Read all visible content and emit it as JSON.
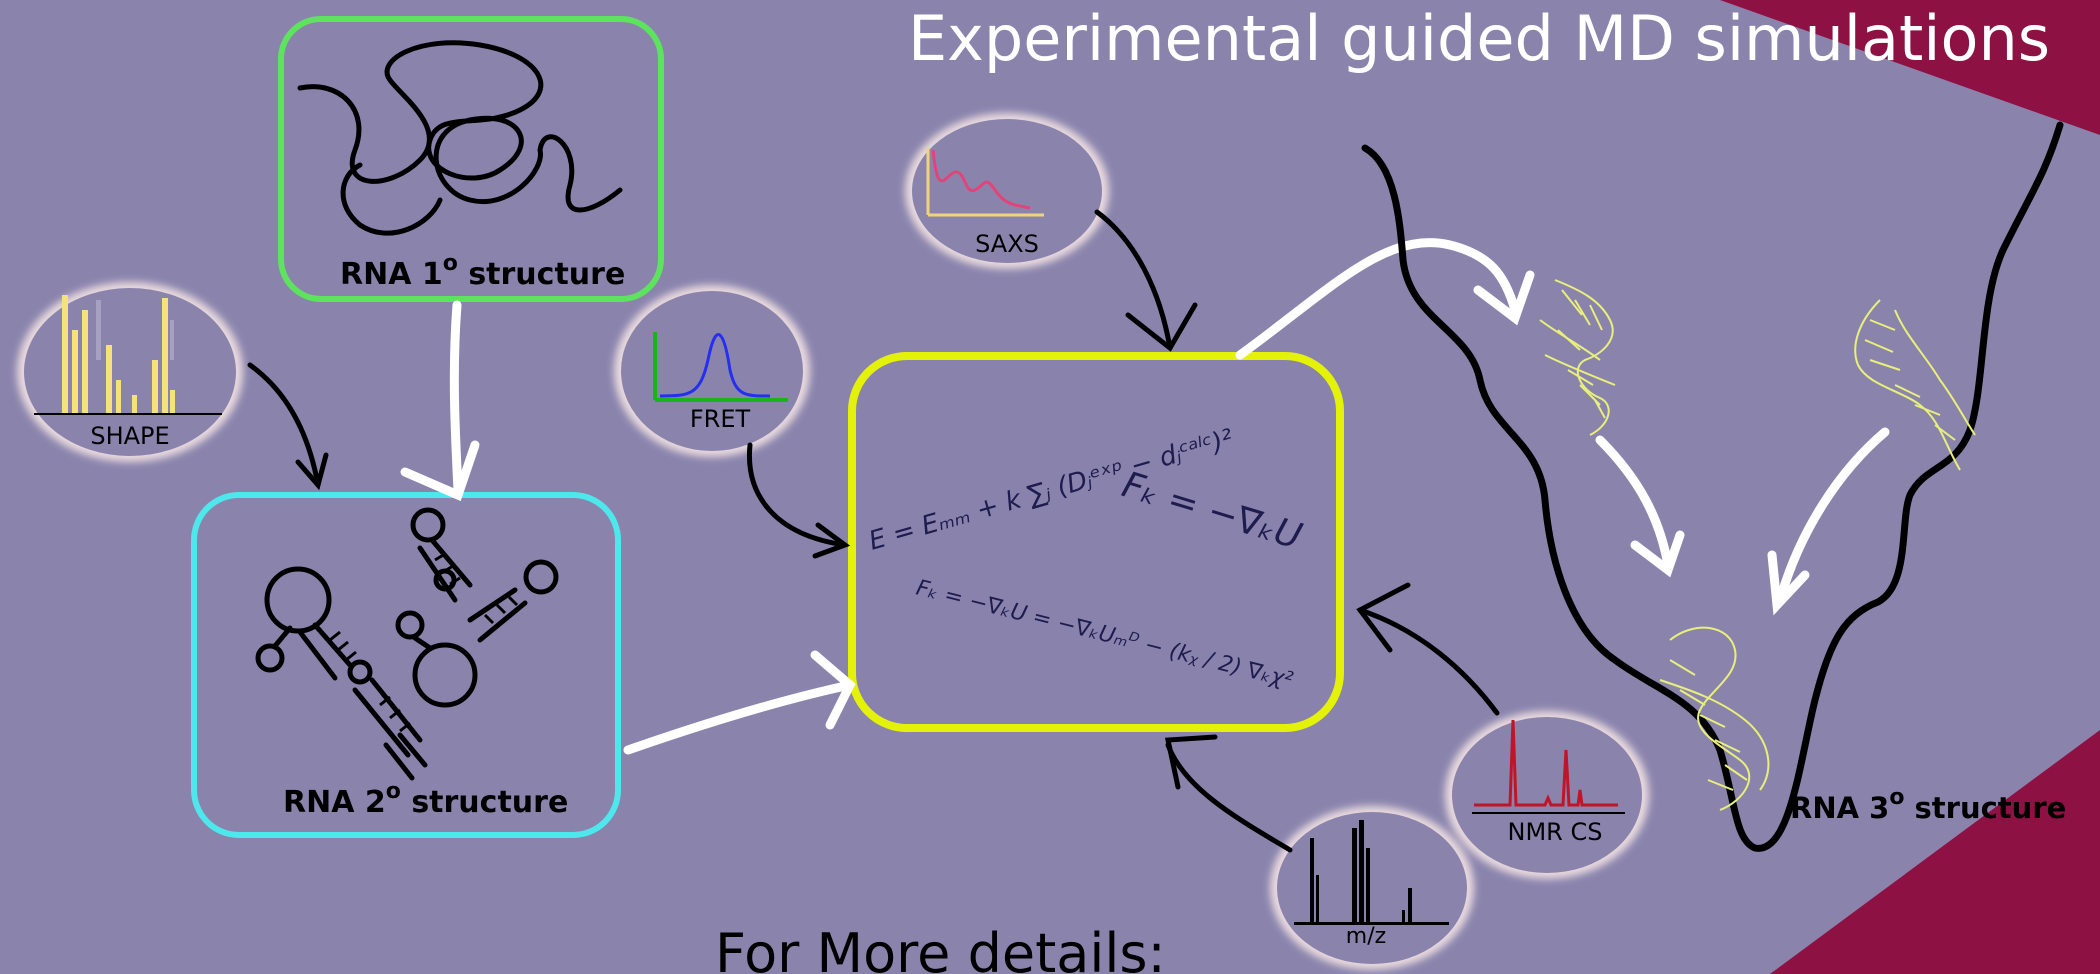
{
  "title": "Experimental guided MD simulations",
  "footer": "For More details:",
  "structures": {
    "primary": {
      "prefix": "RNA 1",
      "sup": "o",
      "suffix": " structure"
    },
    "secondary": {
      "prefix": "RNA 2",
      "sup": "o",
      "suffix": " structure"
    },
    "tertiary": {
      "prefix": "RNA 3",
      "sup": "o",
      "suffix": " structure"
    }
  },
  "experiments": {
    "shape": "SHAPE",
    "fret": "FRET",
    "saxs": "SAXS",
    "nmr": "NMR CS",
    "ms": "m/z"
  },
  "equations": {
    "energy": "E = Eₘₘ + k ∑ⱼ (Dⱼᵉˣᵖ − dⱼᶜᵃˡᶜ)²",
    "force_short": "Fₖ = −∇ₖU",
    "force_long": "Fₖ = −∇ₖU = −∇ₖUₘᴰ − (kᵪ / 2) ∇ₖχ²"
  },
  "colors": {
    "background": "#8a84ad",
    "accent": "#8e1144",
    "primary_box": "#5ee35e",
    "secondary_box": "#4ee8ec",
    "center_box": "#e4f20a",
    "rna_model": "#e8ef7a"
  }
}
